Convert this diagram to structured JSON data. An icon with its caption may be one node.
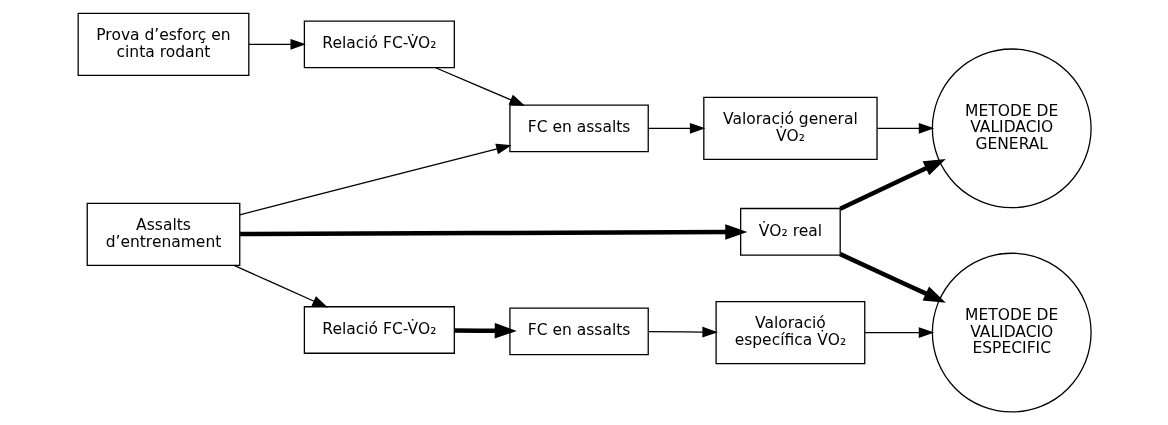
{
  "diagram": {
    "nodes": [
      {
        "text": [
          "Prova d’esforç en cinta rodant"
        ]
      },
      {
        "text": [
          "Relació FC-V̇O₂"
        ]
      },
      {
        "text": [
          "FC en assalts"
        ]
      },
      {
        "text": [
          "Valoració general V̇O₂"
        ]
      },
      {
        "text": [
          "METODE DE VALIDACIO GENERAL"
        ]
      },
      {
        "text": [
          "V̇O₂ real"
        ]
      },
      {
        "text": [
          "Assalts d’entrenament"
        ]
      },
      {
        "text": [
          "Relació FC-V̇O₂"
        ]
      },
      {
        "text": [
          "FC en assalts"
        ]
      },
      {
        "text": [
          "Valoració específica V̇O₂"
        ]
      },
      {
        "text": [
          "METODE DE VALIDACIO ESPECIFIC"
        ]
      }
    ],
    "edges": [
      {
        "from": 0,
        "to": 1,
        "arrow": "to"
      },
      {
        "from": 1,
        "to": 2,
        "arrow": "to"
      },
      {
        "from": 2,
        "to": 3,
        "arrow": "to"
      },
      {
        "from": 3,
        "to": 4,
        "arrow": "to"
      },
      {
        "from": 6,
        "to": 2,
        "arrow": "to"
      },
      {
        "from": 6,
        "to": 5,
        "arrow": "to",
        "style": "thick"
      },
      {
        "from": 5,
        "to": 4,
        "arrow": "to",
        "style": "thick"
      },
      {
        "from": 5,
        "to": 10,
        "arrow": "to",
        "style": "thick"
      },
      {
        "from": 6,
        "to": 7,
        "arrow": "to"
      },
      {
        "from": 7,
        "to": 8,
        "arrow": "to",
        "style": "thick"
      },
      {
        "from": 8,
        "to": 9,
        "arrow": "to"
      },
      {
        "from": 9,
        "to": 10,
        "arrow": "to"
      }
    ]
  }
}
